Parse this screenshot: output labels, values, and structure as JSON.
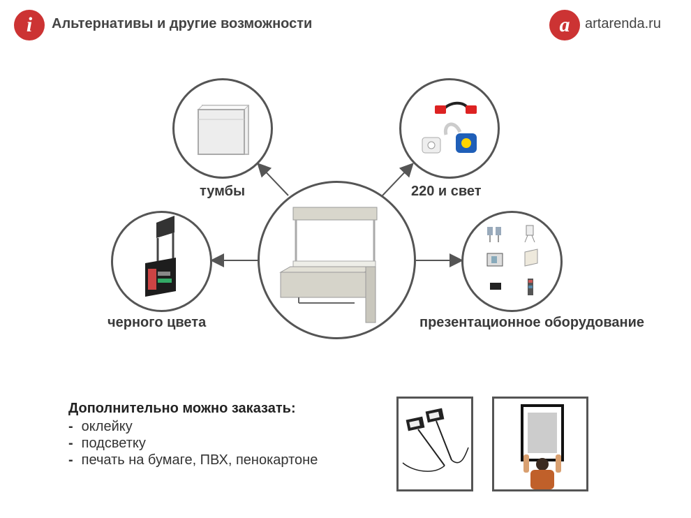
{
  "header": {
    "logo_letter": "i",
    "title": "Альтернативы и другие возможности",
    "brand_letter": "a",
    "site": "artarenda.ru",
    "accent": "#cc3333"
  },
  "items": {
    "top_left": "тумбы",
    "top_right": "220 и свет",
    "left": "черного цвета",
    "right": "презентационное оборудование"
  },
  "extra": {
    "title": "Дополнительно можно заказать:",
    "items": [
      {
        "dash": "-",
        "text": "оклейку"
      },
      {
        "dash": "-",
        "text": "подсветку"
      },
      {
        "dash": "-",
        "text": "печать на бумаге, ПВХ, пенокартоне"
      }
    ]
  }
}
